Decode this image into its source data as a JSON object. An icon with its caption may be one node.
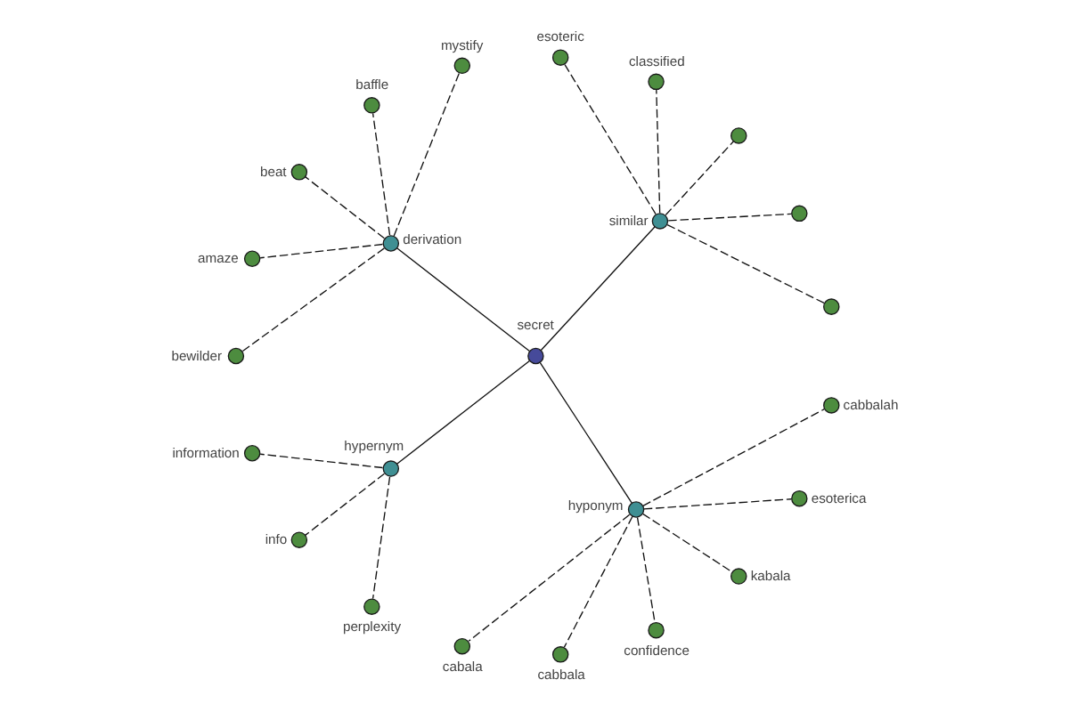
{
  "diagram": {
    "nodes": [
      {
        "text": [
          "secret"
        ]
      },
      {
        "text": [
          "similar"
        ]
      },
      {
        "text": [
          "derivation"
        ]
      },
      {
        "text": [
          "hypernym"
        ]
      },
      {
        "text": [
          "hyponym"
        ]
      },
      {
        "text": [],
        "shape": "circle"
      },
      {
        "text": [],
        "shape": "circle"
      },
      {
        "text": [],
        "shape": "circle"
      },
      {
        "text": [
          "classified"
        ]
      },
      {
        "text": [
          "esoteric"
        ]
      },
      {
        "text": [
          "mystify"
        ]
      },
      {
        "text": [
          "baffle"
        ]
      },
      {
        "text": [
          "beat"
        ]
      },
      {
        "text": [
          "amaze"
        ]
      },
      {
        "text": [
          "bewilder"
        ]
      },
      {
        "text": [
          "information"
        ]
      },
      {
        "text": [
          "info"
        ]
      },
      {
        "text": [
          "perplexity"
        ]
      },
      {
        "text": [
          "cabala"
        ]
      },
      {
        "text": [
          "cabbala"
        ]
      },
      {
        "text": [
          "confidence"
        ]
      },
      {
        "text": [
          "kabala"
        ]
      },
      {
        "text": [
          "esoterica"
        ]
      },
      {
        "text": [
          "cabbalah"
        ]
      }
    ],
    "edges": [
      {
        "from": 0,
        "to": 1,
        "arrow": "none"
      },
      {
        "from": 0,
        "to": 2,
        "arrow": "none"
      },
      {
        "from": 0,
        "to": 3,
        "arrow": "none"
      },
      {
        "from": 0,
        "to": 4,
        "arrow": "none"
      },
      {
        "from": 1,
        "to": 5,
        "arrow": "none",
        "style": "dashed"
      },
      {
        "from": 1,
        "to": 6,
        "arrow": "none",
        "style": "dashed"
      },
      {
        "from": 1,
        "to": 7,
        "arrow": "none",
        "style": "dashed"
      },
      {
        "from": 1,
        "to": 8,
        "arrow": "none",
        "style": "dashed"
      },
      {
        "from": 1,
        "to": 9,
        "arrow": "none",
        "style": "dashed"
      },
      {
        "from": 2,
        "to": 10,
        "arrow": "none",
        "style": "dashed"
      },
      {
        "from": 2,
        "to": 11,
        "arrow": "none",
        "style": "dashed"
      },
      {
        "from": 2,
        "to": 12,
        "arrow": "none",
        "style": "dashed"
      },
      {
        "from": 2,
        "to": 13,
        "arrow": "none",
        "style": "dashed"
      },
      {
        "from": 2,
        "to": 14,
        "arrow": "none",
        "style": "dashed"
      },
      {
        "from": 3,
        "to": 15,
        "arrow": "none",
        "style": "dashed"
      },
      {
        "from": 3,
        "to": 16,
        "arrow": "none",
        "style": "dashed"
      },
      {
        "from": 3,
        "to": 17,
        "arrow": "none",
        "style": "dashed"
      },
      {
        "from": 4,
        "to": 18,
        "arrow": "none",
        "style": "dashed"
      },
      {
        "from": 4,
        "to": 19,
        "arrow": "none",
        "style": "dashed"
      },
      {
        "from": 4,
        "to": 20,
        "arrow": "none",
        "style": "dashed"
      },
      {
        "from": 4,
        "to": 21,
        "arrow": "none",
        "style": "dashed"
      },
      {
        "from": 4,
        "to": 22,
        "arrow": "none",
        "style": "dashed"
      },
      {
        "from": 4,
        "to": 23,
        "arrow": "none",
        "style": "dashed"
      }
    ]
  }
}
